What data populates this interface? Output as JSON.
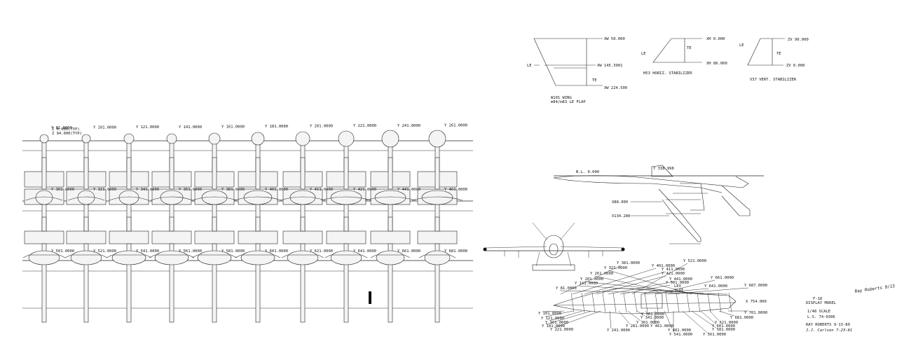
{
  "grid": {
    "row1_labels": [
      "Y 81.0000",
      "Y 101.0000",
      "Y 121.0000",
      "Y 141.0000",
      "Y 161.0000",
      "Y 181.0000",
      "Y 201.0000",
      "Y 221.0000",
      "Y 241.0000",
      "Y 261.0000"
    ],
    "typ_notes": [
      "Z 0.000(TYP)",
      "Z 94.000(TYP)"
    ],
    "row2_labels": [
      "Y 301.0000",
      "Y 321.0000",
      "Y 341.0000",
      "Y 361.0000",
      "Y 381.0000",
      "Y 401.0000",
      "Y 411.0000",
      "Y 421.0000",
      "Y 441.0000",
      "Y 461.0000"
    ],
    "row3_labels": [
      "Y 501.0000",
      "Y 521.0000",
      "Y 541.0000",
      "Y 561.0000",
      "Y 581.0000",
      "Y 601.0000",
      "Y 621.0000",
      "Y 641.0000",
      "Y 661.0000",
      "Y 681.0000"
    ]
  },
  "surfaces": {
    "wing": {
      "stations": [
        "XW 50.000",
        "XW 145.3901",
        "XW 224.500"
      ],
      "le": "LE",
      "te": "TE",
      "caption_line1": "W101 WING",
      "caption_line2": "m84/m83 LE FLAP"
    },
    "horiz_stab": {
      "stations": [
        "XH 0.000",
        "XH 86.000"
      ],
      "le": "LE",
      "te": "TE",
      "caption": "H53 HORIZ. STABILIZER"
    },
    "vert_stab": {
      "stations": [
        "ZV 90.000",
        "ZV 0.000"
      ],
      "le": "LE",
      "te": "TE",
      "caption": "V37 VERT. STABILIZER"
    }
  },
  "side_view": {
    "bl_label": "B.L. 0.000",
    "y_top_label": "Y 338.998",
    "x_labels": [
      "X88.000",
      "X134.280"
    ]
  },
  "plan_view": {
    "top_labels": [
      "Y 381.0000",
      "Y 401.0000",
      "Y 411.0000",
      "Y 421.0000",
      "Y 441.0000",
      "Y 501.0000",
      "Y 521.0000",
      "Y 641.0000",
      "Y 661.0000",
      "Y 687.0000",
      "Y 261.0000",
      "Y 321.0000",
      "Y 201.0000",
      "Y 141.0000",
      "Y 81.0000"
    ],
    "bottom_labels": [
      "Y 101.0000",
      "Y 121.0000",
      "Y 161.0000",
      "Y 181.0000",
      "Y 221.0000",
      "Y 241.0000",
      "Y 281.0000",
      "Y 301.0000",
      "Y 341.0000",
      "Y 361.0000",
      "Y 461.0000",
      "Y 481.0000",
      "Y 541.0000",
      "Y 561.0000",
      "Y 581.0000",
      "Y 601.0000",
      "Y 621.0000",
      "Y 681.0000",
      "Y 701.0000"
    ],
    "lex_label": "LEX SLOT",
    "nose_label": "X 754.000"
  },
  "title_block": {
    "lines": [
      "F-18",
      "DISPLAY MODEL",
      "1/48 SCALE",
      "L.S. 74-0306",
      "RAY ROBERTS 9-13-80",
      "J.J. Carlson 7-23-81"
    ],
    "signature_note": "Ray Roberts 9/13"
  }
}
